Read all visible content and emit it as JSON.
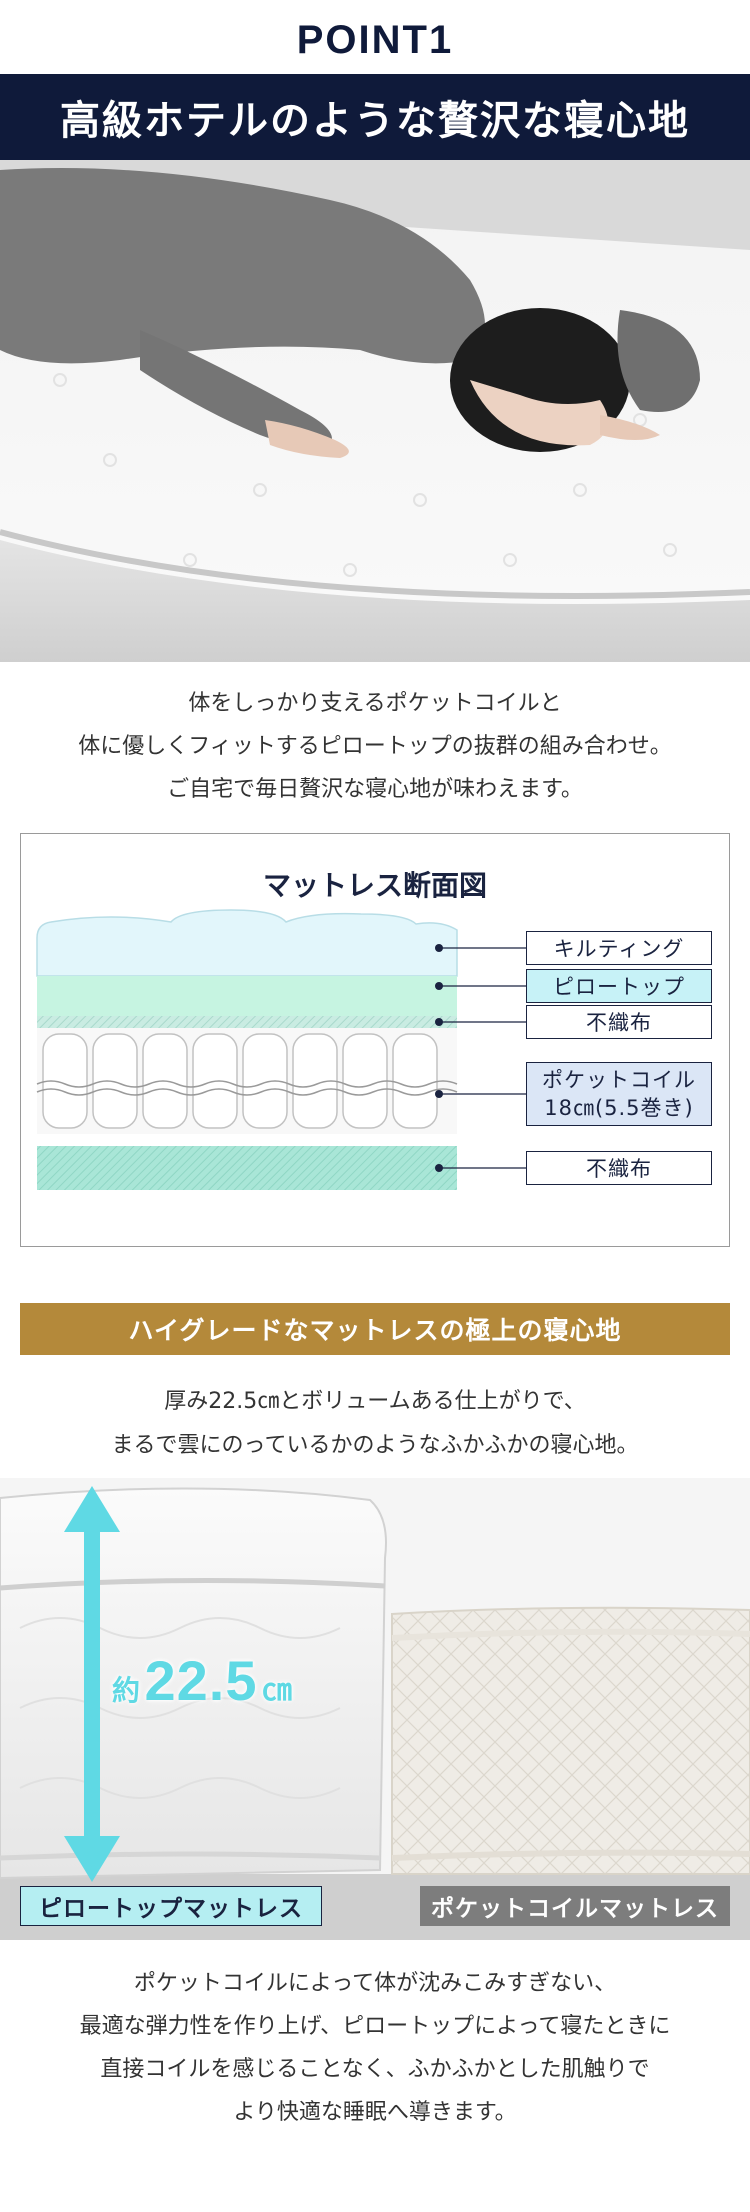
{
  "point": {
    "label": "POINT1",
    "title": "高級ホテルのような贅沢な寝心地"
  },
  "intro": {
    "lines": [
      "体をしっかり支えるポケットコイルと",
      "体に優しくフィットするピロートップの抜群の組み合わせ。",
      "ご自宅で毎日贅沢な寝心地が味わえます。"
    ]
  },
  "diagram": {
    "title": "マットレス断面図",
    "layers": [
      {
        "label": "キルティング"
      },
      {
        "label": "ピロートップ"
      },
      {
        "label": "不織布"
      },
      {
        "label_line1": "ポケットコイル",
        "label_line2": "18㎝(5.5巻き)"
      },
      {
        "label": "不織布"
      }
    ]
  },
  "highgrade": {
    "banner": "ハイグレードなマットレスの極上の寝心地",
    "lines": [
      "厚み22.5㎝とボリュームある仕上がりで、",
      "まるで雲にのっているかのようなふかふかの寝心地。"
    ]
  },
  "compare": {
    "thickness_prefix": "約",
    "thickness_value": "22.5",
    "thickness_unit": "㎝",
    "left_caption": "ピロートップマットレス",
    "right_caption": "ポケットコイルマットレス"
  },
  "outro": {
    "lines": [
      "ポケットコイルによって体が沈みこみすぎない、",
      "最適な弾力性を作り上げ、ピロートップによって寝たときに",
      "直接コイルを感じることなく、ふかふかとした肌触りで",
      "より快適な睡眠へ導きます。"
    ]
  },
  "colors": {
    "navy": "#0f1a3a",
    "gold": "#b4893a",
    "cyan": "#5fd9e4",
    "gray_caption": "#7d7d7d"
  }
}
